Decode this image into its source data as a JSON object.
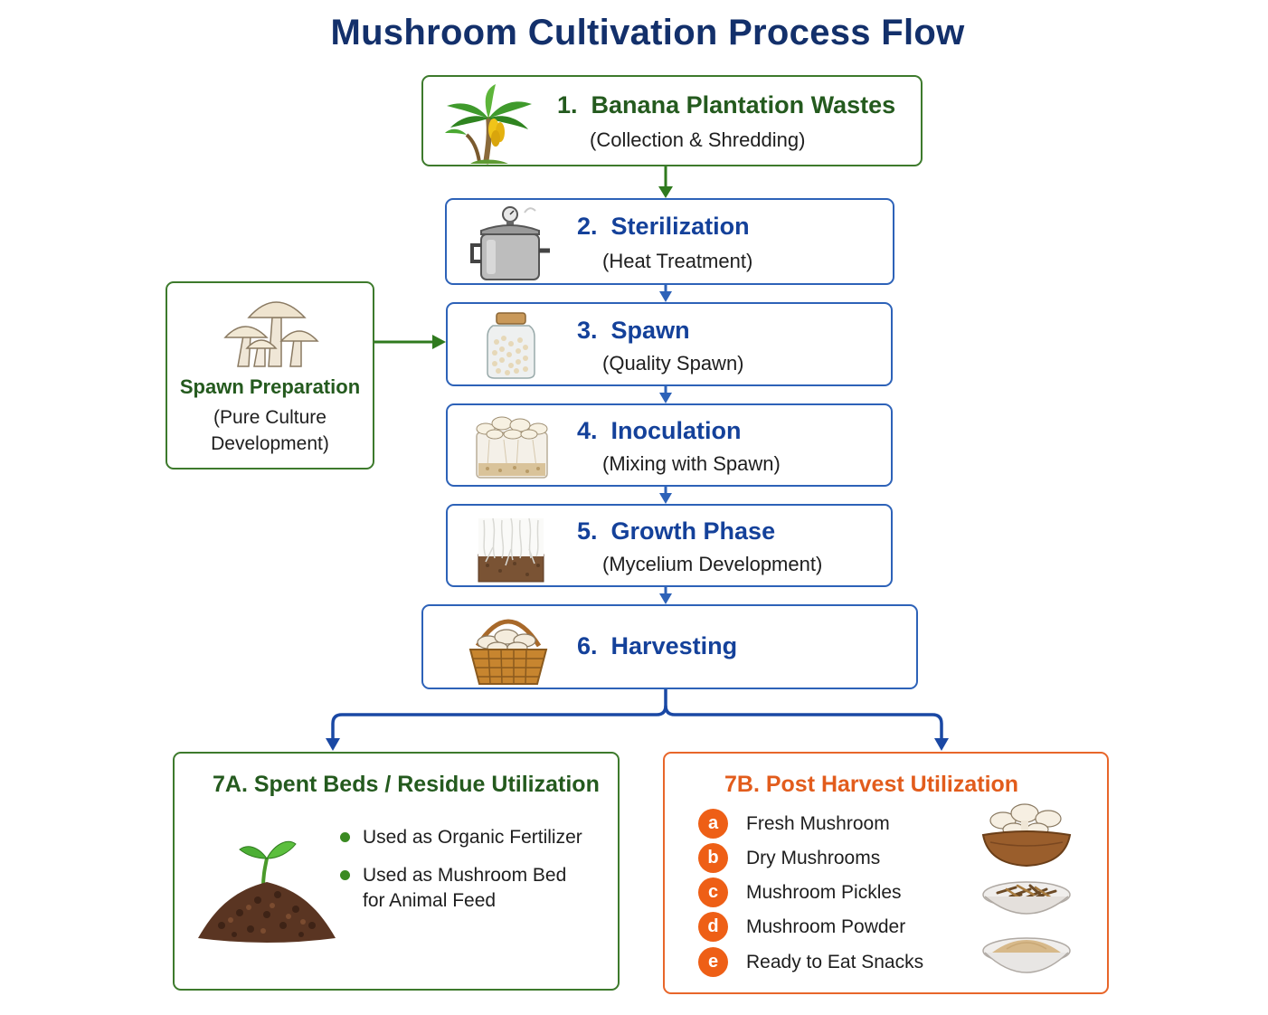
{
  "title": "Mushroom Cultivation Process Flow",
  "steps": [
    {
      "number": "1.",
      "title": "Banana Plantation Wastes",
      "subtitle": "(Collection & Shredding)",
      "icon": "banana-tree-icon"
    },
    {
      "number": "2.",
      "title": "Sterilization",
      "subtitle": "(Heat Treatment)",
      "icon": "pressure-cooker-icon"
    },
    {
      "number": "3.",
      "title": "Spawn",
      "subtitle": "(Quality Spawn)",
      "icon": "spawn-jar-icon"
    },
    {
      "number": "4.",
      "title": "Inoculation",
      "subtitle": "(Mixing with Spawn)",
      "icon": "inoculated-substrate-icon"
    },
    {
      "number": "5.",
      "title": "Growth Phase",
      "subtitle": "(Mycelium Development)",
      "icon": "mycelium-block-icon"
    },
    {
      "number": "6.",
      "title": "Harvesting",
      "subtitle": "",
      "icon": "mushroom-basket-icon"
    }
  ],
  "side": {
    "title": "Spawn Preparation",
    "subtitle_line1": "(Pure Culture",
    "subtitle_line2": "Development)",
    "icon": "mushroom-cluster-icon"
  },
  "spent": {
    "title": "7A.  Spent Beds / Residue Utilization",
    "items": [
      {
        "lines": [
          "Used as Organic Fertilizer"
        ]
      },
      {
        "lines": [
          "Used as Mushroom Bed",
          "for Animal Feed"
        ]
      }
    ],
    "icon": "soil-sprout-icon"
  },
  "post": {
    "title": "7B. Post Harvest Utilization",
    "items": [
      {
        "letter": "a",
        "label": "Fresh Mushroom"
      },
      {
        "letter": "b",
        "label": "Dry Mushrooms"
      },
      {
        "letter": "c",
        "label": "Mushroom Pickles"
      },
      {
        "letter": "d",
        "label": "Mushroom Powder"
      },
      {
        "letter": "e",
        "label": "Ready to Eat Snacks"
      }
    ],
    "icons": [
      "fresh-mushroom-bowl-icon",
      "dried-mushroom-bowl-icon",
      "mushroom-powder-bowl-icon"
    ]
  },
  "colors": {
    "green": "#3d7a2c",
    "blue": "#2d62b8",
    "orange": "#e8662a",
    "title": "#13306b",
    "connector_blue": "#1a48a4",
    "connector_green": "#2f7a1e"
  }
}
